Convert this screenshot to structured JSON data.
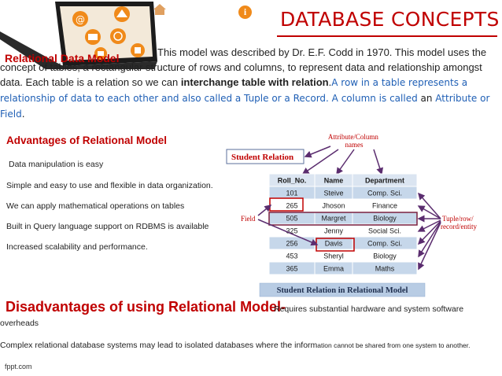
{
  "title": "DATABASE CONCEPTS",
  "relational_heading": "Relational Data Model",
  "paragraph": {
    "part1": "This model was described by Dr. E.F. Codd in 1970.  This model uses the concept of tables, a rectangular structure of rows and columns, to represent data and relationship amongst data. Each table is a relation so we can ",
    "bold": "interchange table with relation",
    "dot": ".",
    "blue1": "A row  in a table represents a relationship of data to each other and also called a Tuple or  a Record. A column is called ",
    "plain": "an ",
    "blue2": "Attribute or Field",
    "end": "."
  },
  "advantages": {
    "heading": "Advantages of Relational Model",
    "items": [
      "Data manipulation is easy",
      "Simple and easy to use and flexible in data organization.",
      "We can apply mathematical operations on tables",
      "Built in Query language support on RDBMS is available",
      "Increased scalability and performance."
    ]
  },
  "diagram": {
    "attribute_label": "Attribute/Column names",
    "relation_label": "Student  Relation",
    "field_label": "Field",
    "tuple_label": "Tuple/row/ record/entity",
    "caption": "Student Relation in Relational Model",
    "columns": [
      "Roll_No.",
      "Name",
      "Department"
    ],
    "rows": [
      [
        "101",
        "Steive",
        "Comp. Sci."
      ],
      [
        "265",
        "Jhoson",
        "Finance"
      ],
      [
        "505",
        "Margret",
        "Biology"
      ],
      [
        "325",
        "Jenny",
        "Social Sci."
      ],
      [
        "256",
        "Davis",
        "Comp. Sci."
      ],
      [
        "453",
        "Sheryl",
        "Biology"
      ],
      [
        "365",
        "Emma",
        "Maths"
      ]
    ]
  },
  "disadvantages": {
    "heading": "Disadvantages of using Relational Model-",
    "text": "Requires substantial hardware and system software",
    "text2": "overheads",
    "complex_a": " Complex relational database systems may lead to isolated databases where the inform",
    "complex_b": "ation cannot be shared from one system to another."
  },
  "footer": "fppt.com",
  "info_icon_glyph": "i",
  "colors": {
    "accent": "#c00000",
    "blue_text": "#1f5fb5",
    "table_header": "#dbe5f1",
    "row_odd": "#c6d7ea",
    "row_even": "#ffffff",
    "caption_bg": "#b8cce4",
    "arrow": "#5b2d6f"
  }
}
